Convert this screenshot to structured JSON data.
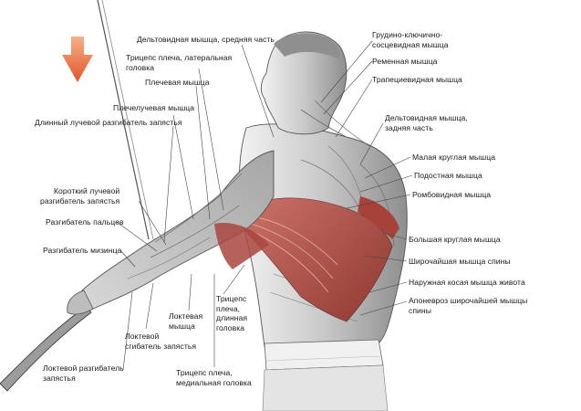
{
  "labels": {
    "deltoid_middle": "Дельтовидная мышца, средняя часть",
    "sternocleidomastoid": "Грудино-ключично-\nсосцевидная мышца",
    "triceps_lateral": "Трицепс плеча, латеральная\nголовка",
    "splenius": "Ременная мышца",
    "trapezius": "Трапециевидная мышца",
    "brachialis": "Плечевая мышца",
    "brachioradialis": "Плечелучевая мышца",
    "extensor_carpi_radialis_longus": "Длинный лучевой разгибатель запястья",
    "deltoid_posterior": "Дельтовидная мышца,\nзадняя часть",
    "teres_minor": "Малая круглая мышца",
    "infraspinatus": "Подостная мышца",
    "extensor_carpi_radialis_brevis": "Короткий лучевой\nразгибатель запястья",
    "rhomboid": "Ромбовидная мышца",
    "extensor_digitorum": "Разгибатель пальцев",
    "teres_major": "Большая круглая мышца",
    "extensor_digiti_minimi": "Разгибатель мизинца",
    "latissimus_dorsi": "Широчайшая мышца спины",
    "external_oblique": "Наружная косая мышца живота",
    "aponeurosis_latissimus": "Апоневроз широчайшей мышцы\nспины",
    "anconeus": "Локтевая\nмышца",
    "triceps_long": "Трицепс\nплеча,\nдлинная\nголовка",
    "flexor_carpi_ulnaris": "Локтевой\nсгибатель запястья",
    "extensor_carpi_ulnaris": "Локтевой разгибатель\nзапястья",
    "triceps_medial": "Трицепс плеча,\nмедиальная головка"
  },
  "colors": {
    "arrow": "#e8642f",
    "target_muscle": "#b5473f",
    "skin_shade": "#8a8a8a",
    "leader_line": "#444444"
  },
  "icons": {
    "direction": "arrow-down-icon"
  }
}
